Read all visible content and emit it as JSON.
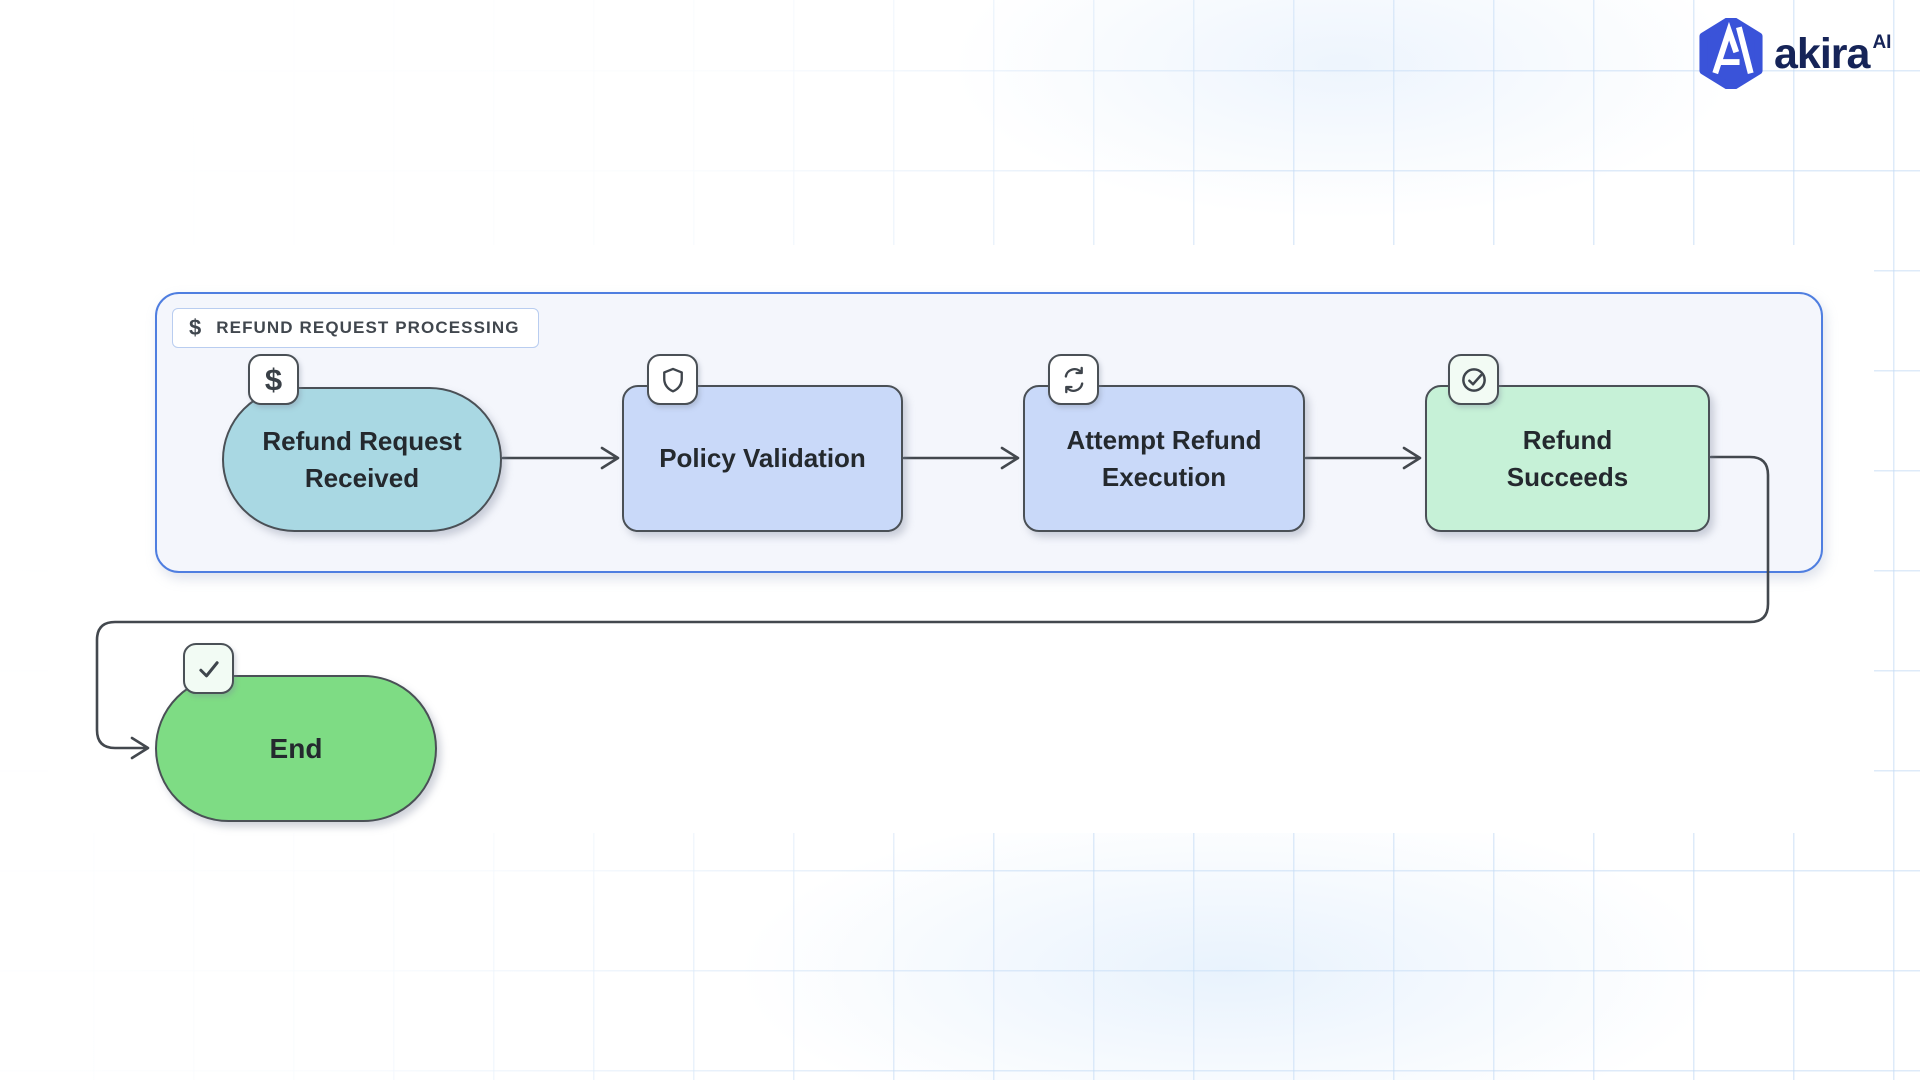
{
  "logo": {
    "brand": "akira",
    "superscript": "AI",
    "hexagon_color": "#3a53d9",
    "text_color": "#162458"
  },
  "diagram": {
    "group": {
      "icon": "dollar-icon",
      "label": "REFUND REQUEST PROCESSING",
      "border_color": "#4f7ee0",
      "fill": "#f4f6fc"
    },
    "symbols": {
      "dollar": "$"
    },
    "nodes": [
      {
        "id": "refund-request-received",
        "label": "Refund Request Received",
        "shape": "stadium",
        "badge_icon": "dollar-icon",
        "fill": "#a9d8e3"
      },
      {
        "id": "policy-validation",
        "label": "Policy Validation",
        "shape": "rounded-rect",
        "badge_icon": "shield-icon",
        "fill": "#c9d9f9"
      },
      {
        "id": "attempt-refund-execution",
        "label": "Attempt Refund Execution",
        "shape": "rounded-rect",
        "badge_icon": "sync-icon",
        "fill": "#c9d9f9"
      },
      {
        "id": "refund-succeeds",
        "label": "Refund Succeeds",
        "shape": "rounded-rect",
        "badge_icon": "check-circle-icon",
        "fill": "#c6f1d7"
      },
      {
        "id": "end",
        "label": "End",
        "shape": "stadium",
        "badge_icon": "check-icon",
        "fill": "#7edc84"
      }
    ],
    "edges": [
      {
        "from": "refund-request-received",
        "to": "policy-validation"
      },
      {
        "from": "policy-validation",
        "to": "attempt-refund-execution"
      },
      {
        "from": "attempt-refund-execution",
        "to": "refund-succeeds"
      },
      {
        "from": "refund-succeeds",
        "to": "end"
      }
    ],
    "colors": {
      "edge": "#43484e",
      "node_border": "#4a5056"
    }
  }
}
